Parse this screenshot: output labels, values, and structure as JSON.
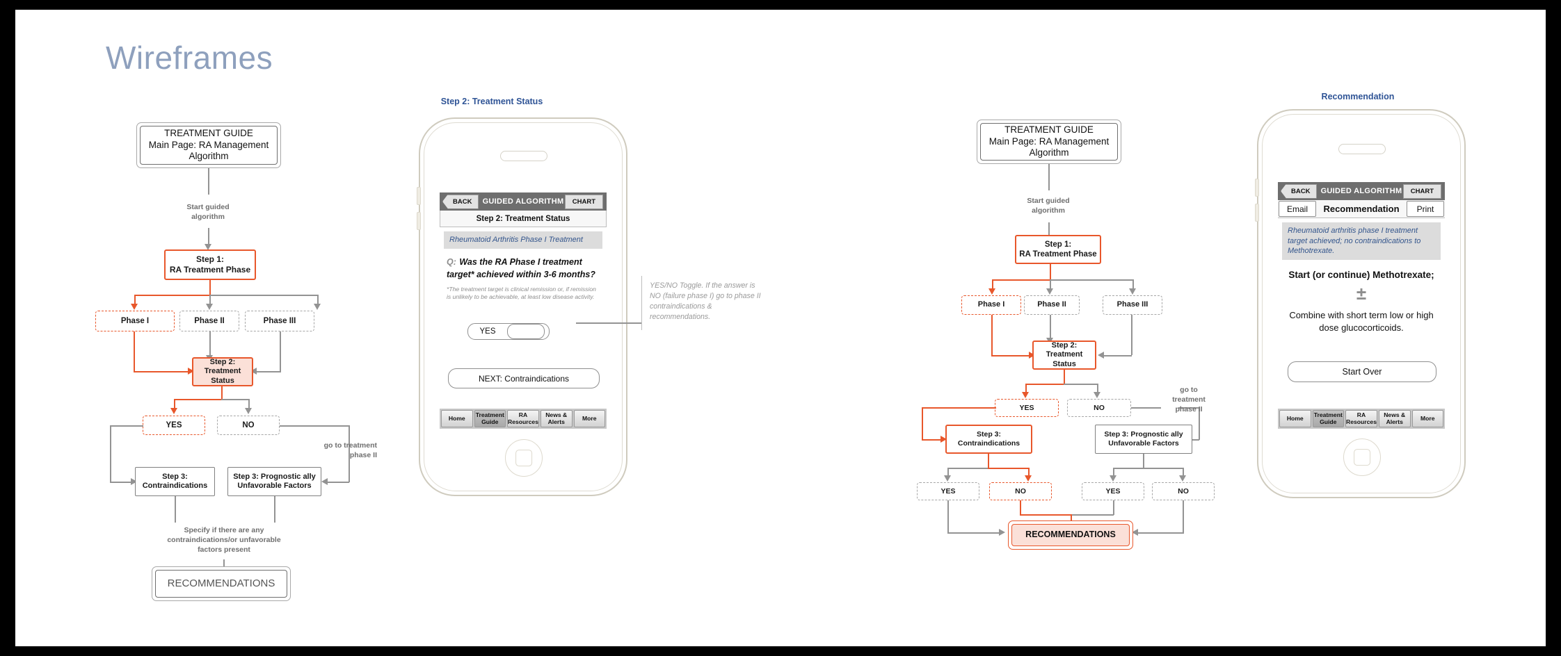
{
  "slide": {
    "title": "Wireframes",
    "accent_orange": "#E8572B",
    "accent_blue": "#2f5496",
    "title_color": "#8ea0bd"
  },
  "flow_left": {
    "terminator_start": "TREATMENT GUIDE\nMain Page: RA Management\nAlgorithm",
    "terminator_start_l1": "TREATMENT GUIDE",
    "terminator_start_l2": "Main Page: RA Management",
    "terminator_start_l3": "Algorithm",
    "edge_start_label_l1": "Start guided",
    "edge_start_label_l2": "algorithm",
    "step1_l1": "Step 1:",
    "step1_l2": "RA Treatment Phase",
    "phase1": "Phase I",
    "phase2": "Phase II",
    "phase3": "Phase III",
    "step2_l1": "Step 2:",
    "step2_l2": "Treatment Status",
    "yes": "YES",
    "no": "NO",
    "goto_l1": "go to treatment",
    "goto_l2": "phase II",
    "step3a_l1": "Step 3:",
    "step3a_l2": "Contraindications",
    "step3b_l1": "Step 3: Prognostic ally",
    "step3b_l2": "Unfavorable Factors",
    "specify_l1": "Specify if there are any",
    "specify_l2": "contraindications/or unfavorable",
    "specify_l3": "factors present",
    "recommendations": "RECOMMENDATIONS"
  },
  "phone_left": {
    "caption": "Step 2: Treatment Status",
    "nav": {
      "back": "BACK",
      "title": "GUIDED ALGORITHM",
      "chart": "CHART"
    },
    "subtitle": "Step 2: Treatment Status",
    "banner": "Rheumatoid Arthritis Phase I Treatment",
    "q_lead": "Q:",
    "q_text": "Was the RA Phase I treatment target* achieved within 3-6 months?",
    "footnote": "*The treatment target is clinical remission or, if remission is unlikely to be achievable, at least low disease activity.",
    "toggle_label": "YES",
    "next_button": "NEXT: Contraindications",
    "tabs": [
      {
        "label": "Home",
        "active": false
      },
      {
        "label": "Treatment\nGuide",
        "line1": "Treatment",
        "line2": "Guide",
        "active": true
      },
      {
        "label": "RA\nResources",
        "line1": "RA",
        "line2": "Resources",
        "active": false
      },
      {
        "label": "News &\nAlerts",
        "line1": "News &",
        "line2": "Alerts",
        "active": false
      },
      {
        "label": "More",
        "line1": "More",
        "line2": "",
        "active": false
      }
    ],
    "annotation": "YES/NO Toggle. If the answer is NO (failure phase I) go to phase II contraindications & recommendations."
  },
  "flow_right": {
    "terminator_start_l1": "TREATMENT GUIDE",
    "terminator_start_l2": "Main Page: RA Management",
    "terminator_start_l3": "Algorithm",
    "edge_start_label_l1": "Start guided",
    "edge_start_label_l2": "algorithm",
    "step1_l1": "Step 1:",
    "step1_l2": "RA Treatment Phase",
    "phase1": "Phase I",
    "phase2": "Phase II",
    "phase3": "Phase III",
    "step2_l1": "Step 2:",
    "step2_l2": "Treatment Status",
    "yes": "YES",
    "no": "NO",
    "goto_l1": "go to",
    "goto_l2": "treatment",
    "goto_l3": "phase II",
    "step3a_l1": "Step 3:",
    "step3a_l2": "Contraindications",
    "step3b_l1": "Step 3: Prognostic ally",
    "step3b_l2": "Unfavorable Factors",
    "yes_a": "YES",
    "no_a": "NO",
    "yes_b": "YES",
    "no_b": "NO",
    "recommendations": "RECOMMENDATIONS"
  },
  "phone_right": {
    "caption": "Recommendation",
    "nav": {
      "back": "BACK",
      "title": "GUIDED ALGORITHM",
      "chart": "CHART"
    },
    "email": "Email",
    "sub_title": "Recommendation",
    "print": "Print",
    "banner": "Rheumatoid arthritis phase I treatment target achieved; no contraindications to Methotrexate.",
    "rec_line1": "Start (or continue) Methotrexate;",
    "plus_minus": "±",
    "rec_line2": "Combine with short term low or high dose glucocorticoids.",
    "start_over": "Start Over",
    "tabs": [
      {
        "label": "Home",
        "line1": "Home",
        "line2": "",
        "active": false
      },
      {
        "label": "Treatment Guide",
        "line1": "Treatment",
        "line2": "Guide",
        "active": true
      },
      {
        "label": "RA Resources",
        "line1": "RA",
        "line2": "Resources",
        "active": false
      },
      {
        "label": "News & Alerts",
        "line1": "News &",
        "line2": "Alerts",
        "active": false
      },
      {
        "label": "More",
        "line1": "More",
        "line2": "",
        "active": false
      }
    ]
  }
}
